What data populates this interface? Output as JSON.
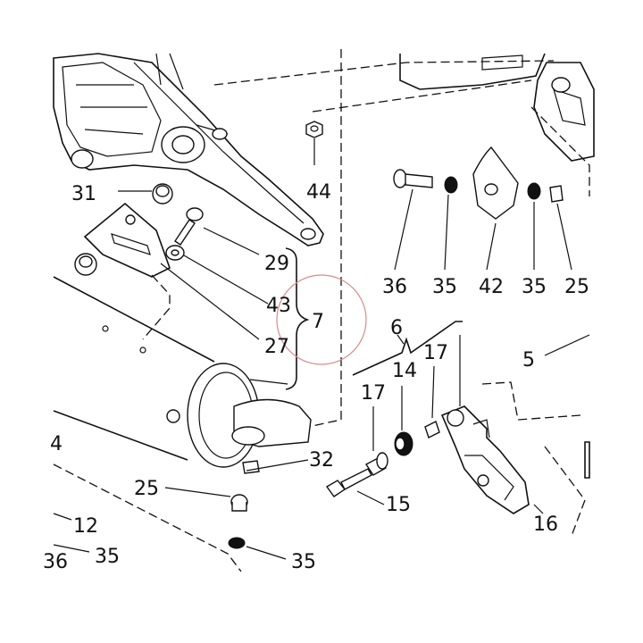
{
  "diagram": {
    "callouts": {
      "p44": "44",
      "p31": "31",
      "p36": "36",
      "p35_a": "35",
      "p42": "42",
      "p35_b": "35",
      "p25_a": "25",
      "p29": "29",
      "p43": "43",
      "p7": "7",
      "p27": "27",
      "p6": "6",
      "p5": "5",
      "p17_a": "17",
      "p14": "14",
      "p17_b": "17",
      "p4": "4",
      "p32": "32",
      "p25_b": "25",
      "p15": "15",
      "p16": "16",
      "p12": "12",
      "p36_b": "36",
      "p35_c": "35",
      "p35_d": "35"
    },
    "colors": {
      "ink": "#111111",
      "highlight_circle": "#d98a8a",
      "background": "#ffffff"
    }
  }
}
